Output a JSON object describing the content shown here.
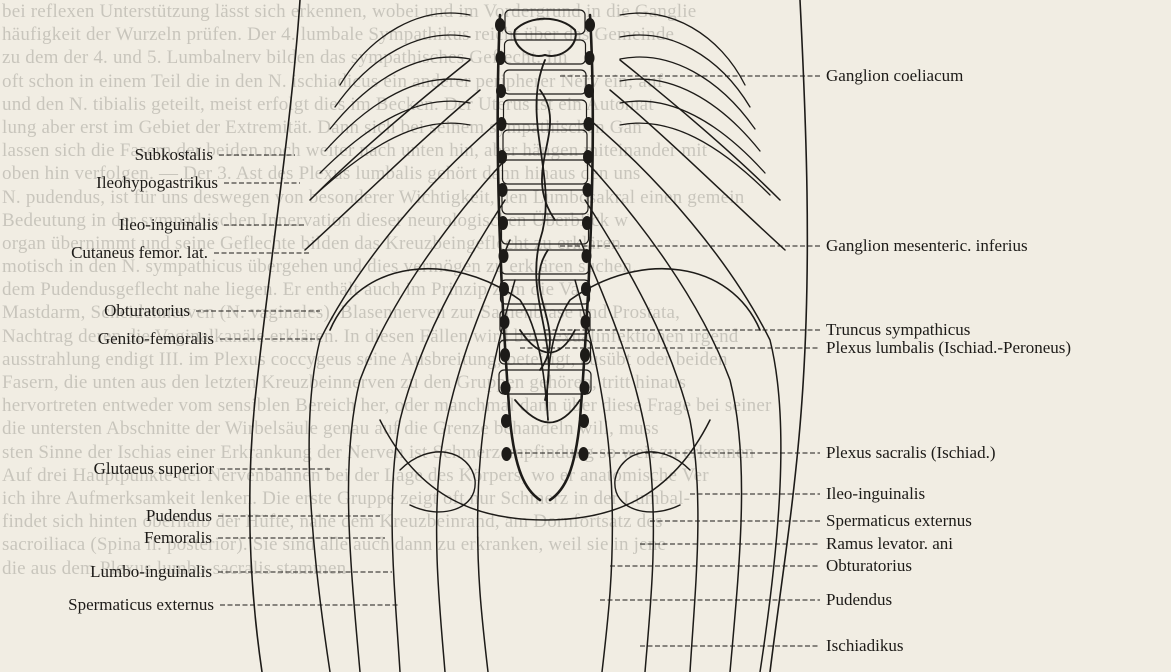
{
  "colors": {
    "paper": "#f1ede3",
    "ink": "#1d1b18",
    "faint_text": "rgba(40,38,34,0.20)"
  },
  "labels_left": [
    {
      "text": "Subkostalis"
    },
    {
      "text": "Ileohypogastrikus"
    },
    {
      "text": "Ileo-inguinalis"
    },
    {
      "text": "Cutaneus femor. lat."
    },
    {
      "text": "Obturatorius"
    },
    {
      "text": "Genito-femoralis"
    },
    {
      "text": "Glutaeus superior"
    },
    {
      "text": "Pudendus"
    },
    {
      "text": "Femoralis"
    },
    {
      "text": "Lumbo-inguinalis"
    },
    {
      "text": "Spermaticus externus"
    }
  ],
  "labels_right": [
    {
      "text": "Ganglion coeliacum"
    },
    {
      "text": "Ganglion mesenteric. inferius"
    },
    {
      "text": "Truncus sympathicus"
    },
    {
      "text": "Plexus lumbalis (Ischiad.-Peroneus)"
    },
    {
      "text": "Plexus sacralis (Ischiad.)"
    },
    {
      "text": "Ileo-inguinalis"
    },
    {
      "text": "Spermaticus externus"
    },
    {
      "text": "Ramus levator. ani"
    },
    {
      "text": "Obturatorius"
    },
    {
      "text": "Pudendus"
    },
    {
      "text": "Ischiadikus"
    }
  ],
  "background_text_lines": [
    "bei reflexen Unterstützung lässt sich erkennen, wobei und im Vordergrund in die Ganglie",
    "häufigkeit der Wurzeln prüfen. Der 4. lumbale Sympathikus reicht über das Gemeinde",
    "zu dem der 4. und 5. Lumbalnerv bilden das sympathisches Geflecht. Im",
    "oft schon in einem Teil die in den N. ischiadicus ein anderer peripherer Nerv ein; auf",
    "und den N. tibialis geteilt, meist erfolgt dies im Becken. Der Uterus ist ein Automat",
    "lung aber erst im Gebiet der Extremität. Dann sich bei seinem sympathischen Gan",
    "lassen sich die Fasern der beiden noch weiter nach unten hin, aber hängen miteinander mit",
    "oben hin verfolgen. — Der 3. Ast des Plexus lumbalis gehört dann hinaus den uns",
    "N. pudendus, ist für uns deswegen von besonderer Wichtigkeit, den Lumbosakral einen gemein",
    "Bedeutung in der sympathischen Innervation dieser neurologischen Überblick w",
    "organ übernimmt und seine Geflechte bilden das Kreuzbeingeflecht zu erklären",
    "motisch in den N. sympathicus übergehen und dies vermögen zu erklären suchen.",
    "dem Pudendusgeflecht nahe liegen. Er enthält auch im Prinzip zum die Va",
    "Mastdarm, Scheidennerven (N. vaginales), Blasennerven zur Samenblase und Prostata,",
    "Nachtrag deren die Vaginalkanäle erklären. In diesen Fällen wird bei Sexualinfektionen irgend",
    "ausstrahlung endigt III. im Plexus coccygeus seine Ausbreitung, beteiligt, ausübt oder beiden",
    "Fasern, die unten aus den letzten Kreuzbeinnerven zu den Gruppen gehören, tritt hinaus",
    "hervortreten entweder vom sensiblen Bereich her, oder manchmal dann über diese Frage bei seiner",
    "die untersten Abschnitte der Wirbelsäule genau auf die Grenze behandeln will, muss",
    "sten Sinne der Ischias einer Erkrankung der Nerven ist Schmerzempfindung so weit zu erkennen",
    "Auf drei Hauptpunkte der Nervenbahnen bei der Lage des Körpers, wo er anatomische Ver",
    "ich ihre Aufmerksamkeit lenken. Die erste Gruppe zeigt oft nur Schmerz in der Lumbal-",
    "findet sich hinten oberhalb der Hüfte, nahe dem Kreuzbeinrand, am Dornfortsatz des",
    "sacroiliaca (Spina il. posterior). Sie sind alle auch dann zu erkranken, weil sie in jene",
    "die aus dem Plexus lumbo-sacralis stammen"
  ]
}
